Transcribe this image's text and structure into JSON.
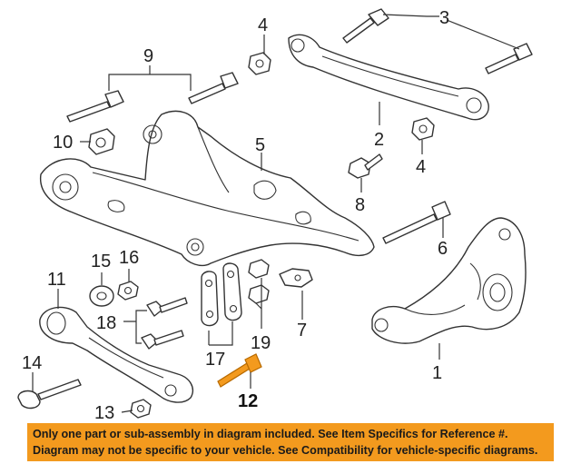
{
  "callouts": {
    "c1": "1",
    "c2": "2",
    "c3": "3",
    "c4a": "4",
    "c4b": "4",
    "c5": "5",
    "c6": "6",
    "c7": "7",
    "c8": "8",
    "c9": "9",
    "c10": "10",
    "c11": "11",
    "c12": "12",
    "c13": "13",
    "c14": "14",
    "c15": "15",
    "c16": "16",
    "c17": "17",
    "c18": "18",
    "c19": "19"
  },
  "highlighted_part": "12",
  "colors": {
    "highlight": "#f39a1e",
    "banner": "#f39a1e",
    "line": "#333333"
  },
  "banner": {
    "line1": "Only one part or sub-assembly in diagram included. See Item Specifics for Reference #.",
    "line2": "Diagram may not be specific to your vehicle. See Compatibility for vehicle-specific diagrams."
  }
}
